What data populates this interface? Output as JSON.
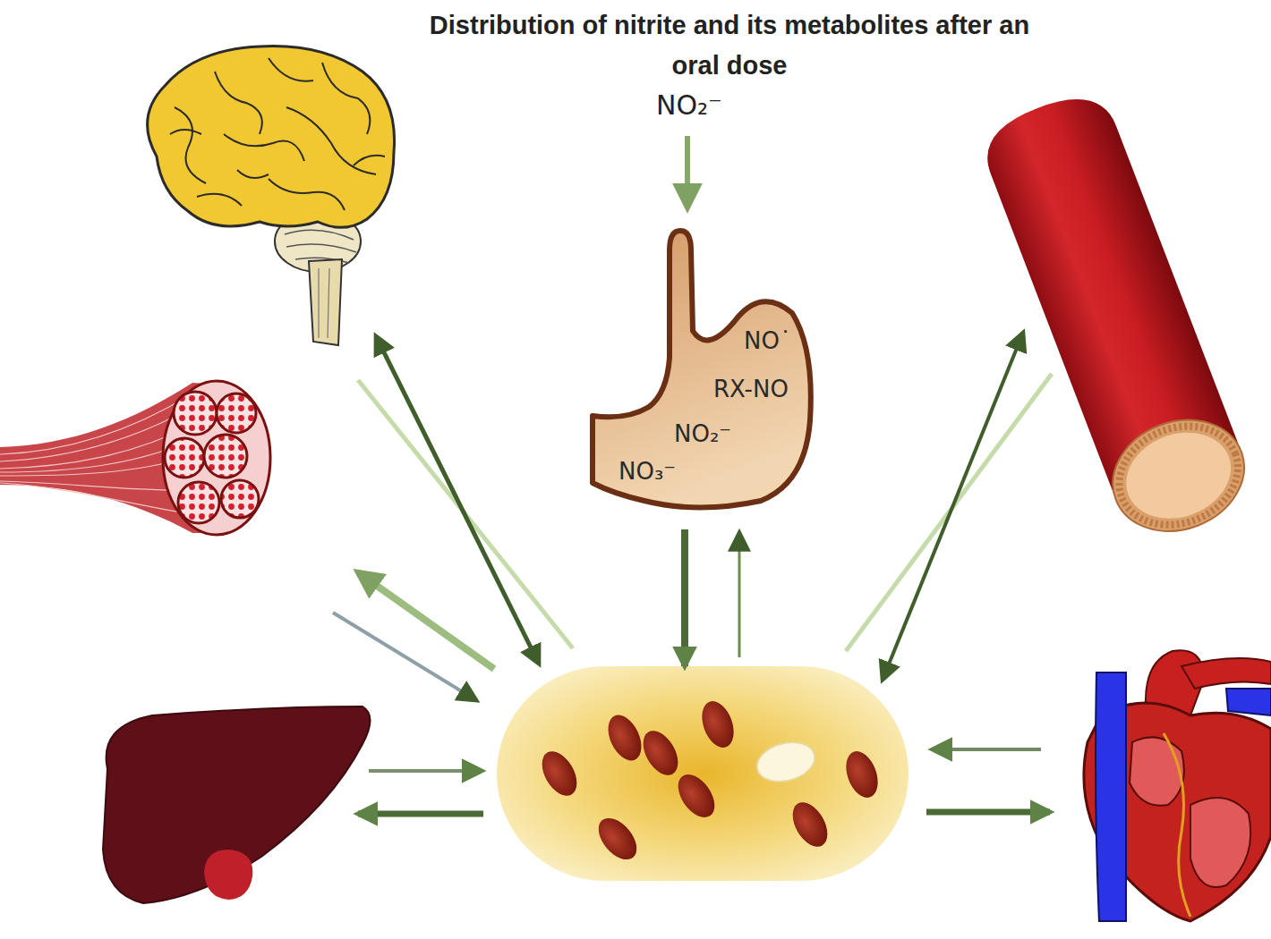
{
  "diagram": {
    "title": "Distribution of nitrite and its metabolites after an oral dose",
    "nodes": [
      {
        "text": [
          "NO˙",
          "RX-NO",
          "NO₂⁻",
          "NO₃⁻"
        ]
      }
    ],
    "labels": [
      "NO₂⁻"
    ]
  }
}
